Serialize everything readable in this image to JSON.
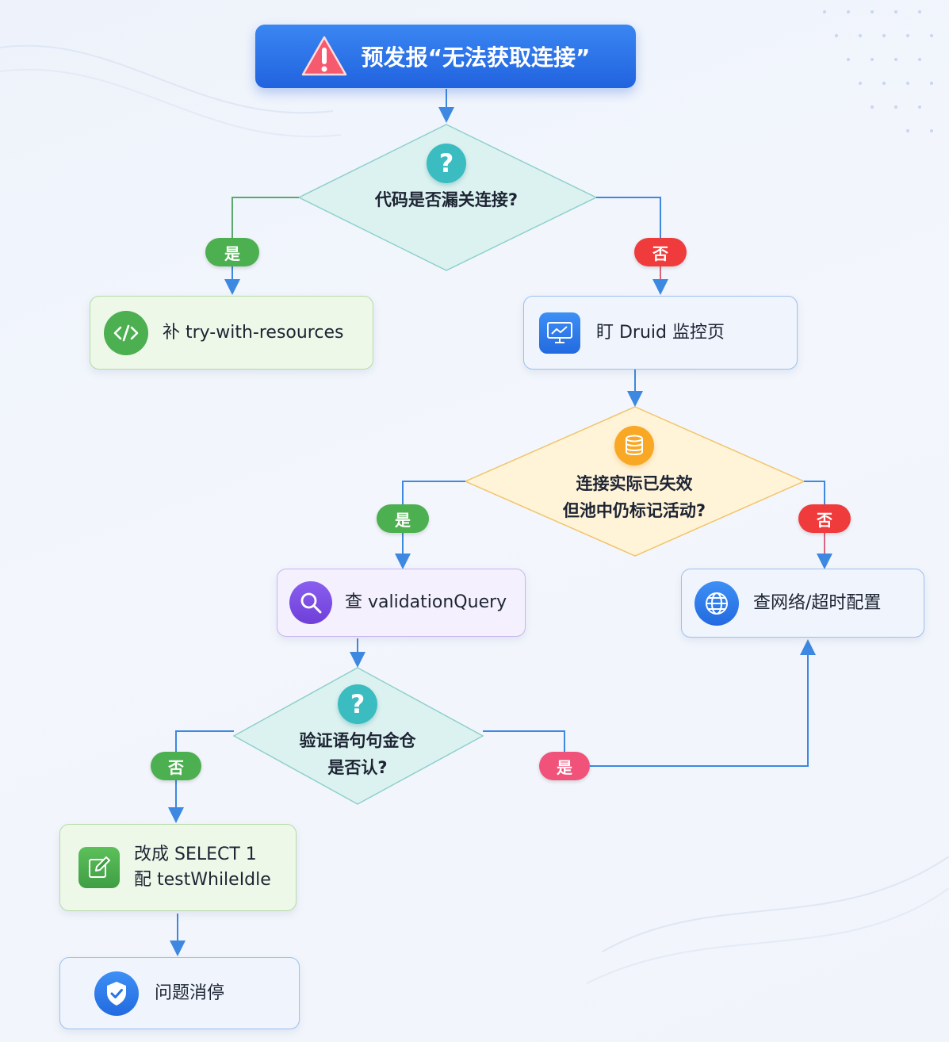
{
  "title": "预发报“无法获取连接”",
  "decision_code_leak": "代码是否漏关连接?",
  "leak_yes": "是",
  "leak_no": "否",
  "fix_resources": "补 try-with-resources",
  "watch_druid": "盯 Druid 监控页",
  "decision_stale": [
    "连接实际已失效",
    "但池中仍标记活动?"
  ],
  "stale_yes": "是",
  "stale_no": "否",
  "check_validation": "查 validationQuery",
  "check_network": "查网络/超时配置",
  "decision_validate": [
    "验证语句句金仓",
    "是否认?"
  ],
  "validate_no": "否",
  "validate_yes": "是",
  "change_select": [
    "改成 SELECT 1",
    "配 testWhileIdle"
  ],
  "resolved": "问题消停",
  "colors": {
    "primary": "#2f6ee6",
    "yes_green": "#4caf50",
    "no_red": "#ef3b3b",
    "yes_pink": "#f0527a",
    "diamond_teal": "#d8f1ef",
    "diamond_amber": "#fff3d6"
  },
  "icons": [
    "warning-icon",
    "question-icon",
    "code-icon",
    "monitor-chart-icon",
    "database-icon",
    "search-icon",
    "globe-icon",
    "edit-icon",
    "shield-check-icon"
  ]
}
